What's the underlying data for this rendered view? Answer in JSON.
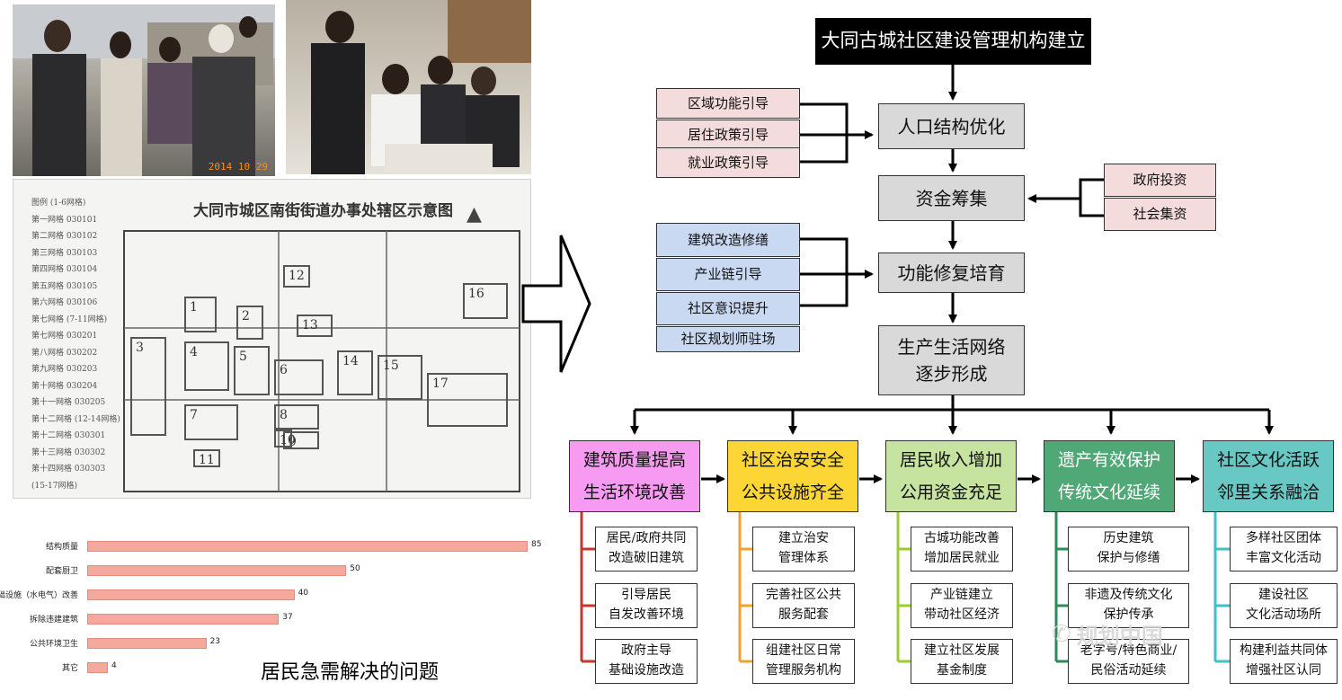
{
  "colors": {
    "cat1": "#f79bf2",
    "cat2": "#fcd634",
    "cat3": "#c6e4a0",
    "cat4": "#4fa876",
    "cat5": "#67c8c4",
    "line1": "#c0392b",
    "line2": "#f0a030",
    "line3": "#9acd32",
    "line4": "#2e8b57",
    "line5": "#40c0c8",
    "bar": "#f4a99c"
  },
  "photos": {
    "left_stamp": "2014 10 29"
  },
  "sketch": {
    "title": "大同市城区南街街道办事处辖区示意图",
    "block_numbers": [
      "1",
      "2",
      "3",
      "4",
      "5",
      "6",
      "7",
      "8",
      "9",
      "10",
      "11",
      "12",
      "13",
      "14",
      "15",
      "16",
      "17"
    ],
    "legend_lines": [
      "图例 (1-6网格)",
      "第一网格 030101",
      "第二网格 030102",
      "第三网格 030103",
      "第四网格 030104",
      "第五网格 030105",
      "第六网格 030106",
      "第七网格 (7-11网格)",
      "第七网格 030201",
      "第八网格 030202",
      "第九网格 030203",
      "第十网格 030204",
      "第十一网格 030205",
      "第十二网格 (12-14网格)",
      "第十二网格 030301",
      "第十三网格 030302",
      "第十四网格 030303",
      "(15-17网格)"
    ]
  },
  "flow": {
    "top": "大同古城社区建设管理机构建立",
    "step1": "人口结构优化",
    "step2": "资金筹集",
    "step3": "功能修复培育",
    "step4_line1": "生产生活网络",
    "step4_line2": "逐步形成",
    "left_pink": [
      "区域功能引导",
      "居住政策引导",
      "就业政策引导"
    ],
    "right_pink": [
      "政府投资",
      "社会集资"
    ],
    "left_blue": [
      "建筑改造修缮",
      "产业链引导",
      "社区意识提升",
      "社区规划师驻场"
    ]
  },
  "categories": [
    {
      "l1": "建筑质量提高",
      "l2": "生活环境改善",
      "subs": [
        [
          "居民/政府共同",
          "改造破旧建筑"
        ],
        [
          "引导居民",
          "自发改善环境"
        ],
        [
          "政府主导",
          "基础设施改造"
        ]
      ]
    },
    {
      "l1": "社区治安安全",
      "l2": "公共设施齐全",
      "subs": [
        [
          "建立治安",
          "管理体系"
        ],
        [
          "完善社区公共",
          "服务配套"
        ],
        [
          "组建社区日常",
          "管理服务机构"
        ]
      ]
    },
    {
      "l1": "居民收入增加",
      "l2": "公用资金充足",
      "subs": [
        [
          "古城功能改善",
          "增加居民就业"
        ],
        [
          "产业链建立",
          "带动社区经济"
        ],
        [
          "建立社区发展",
          "基金制度"
        ]
      ]
    },
    {
      "l1": "遗产有效保护",
      "l2": "传统文化延续",
      "subs": [
        [
          "历史建筑",
          "保护与修缮"
        ],
        [
          "非遗及传统文化",
          "保护传承"
        ],
        [
          "老字号/特色商业/",
          "民俗活动延续"
        ]
      ]
    },
    {
      "l1": "社区文化活跃",
      "l2": "邻里关系融洽",
      "subs": [
        [
          "多样社区团体",
          "丰富文化活动"
        ],
        [
          "建设社区",
          "文化活动场所"
        ],
        [
          "构建利益共同体",
          "增强社区认同"
        ]
      ]
    }
  ],
  "chart_data": {
    "type": "bar",
    "orientation": "horizontal",
    "categories": [
      "结构质量",
      "配套厨卫",
      "基础设施（水电气）改善",
      "拆除违建建筑",
      "公共环境卫生",
      "其它"
    ],
    "values": [
      85,
      50,
      40,
      37,
      23,
      4
    ],
    "title": "居民急需解决的问题",
    "xlim": [
      0,
      85
    ],
    "grid": false
  },
  "watermark": "规划中国"
}
